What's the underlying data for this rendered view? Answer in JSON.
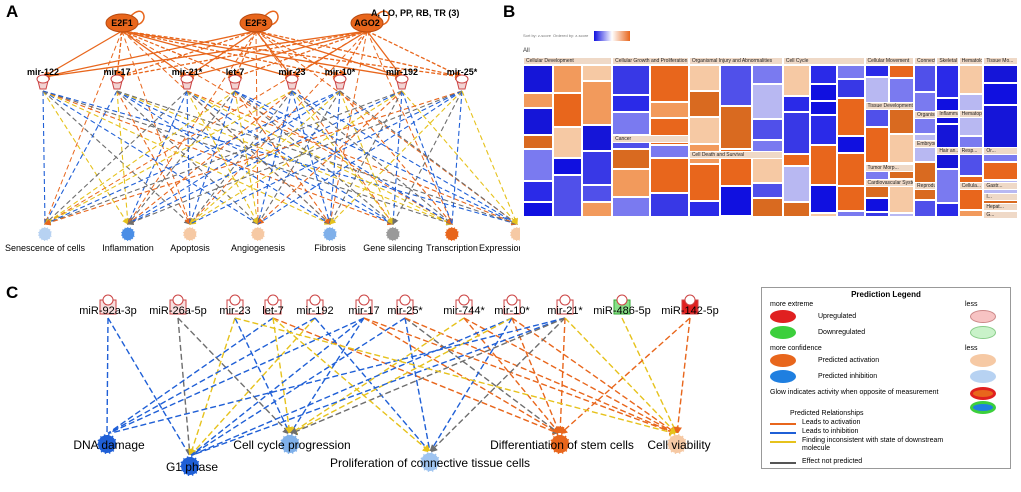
{
  "panels": {
    "a": "A",
    "b": "B",
    "c": "C"
  },
  "panel_a": {
    "top_nodes": [
      "E2F1",
      "E2F3",
      "AGO2"
    ],
    "top_annotation": "A, LO, PP, RB, TR (3)",
    "mirnas": [
      "mir-122",
      "mir-17",
      "mir-21*",
      "let-7",
      "mir-23",
      "mir-10*",
      "mir-192",
      "mir-25*"
    ],
    "functions": [
      "Senescence of cells",
      "Inflammation",
      "Apoptosis",
      "Angiogenesis",
      "Fibrosis",
      "Gene silencing",
      "Transcription",
      "Expression of RNA"
    ]
  },
  "panel_b": {
    "toolbar_left": "Sort by: z-score",
    "toolbar_mid": "Ordered by: z-score",
    "all_label": "All",
    "categories": [
      "Cellular Development",
      "Cellular Growth and Proliferation",
      "Organismal Injury and Abnormalities",
      "Cell Cycle",
      "Cellular Movement",
      "Connective ...",
      "Skeletal a...",
      "Hematolog...",
      "Tissue Mo..."
    ],
    "sub_categories": [
      "Cancer",
      "Cell Death and Survival",
      "Tissue Development",
      "Cardiovascular Syste...",
      "Tumor Morp...",
      "Organismal...",
      "DNA Replica...",
      "Embryonic ...",
      "Reproductiv...",
      "Inflamma...",
      "Hematop...",
      "Hair an...",
      "Resp...",
      "Or...",
      "Cellula...",
      "Gastr...",
      "I...",
      "Hepat...",
      "G..."
    ]
  },
  "panel_c": {
    "mirnas": [
      "miR-92a-3p",
      "miR-26a-5p",
      "mir-23",
      "let-7",
      "mir-192",
      "mir-17",
      "mir-25*",
      "mir-744*",
      "mir-10*",
      "mir-21*",
      "miR-486-5p",
      "miR-142-5p"
    ],
    "functions": [
      "DNA damage",
      "G1 phase",
      "Cell cycle progression",
      "Proliferation of connective tissue cells",
      "Differentiation of stem cells",
      "Cell viability"
    ]
  },
  "legend": {
    "title": "Prediction Legend",
    "more_extreme": "more extreme",
    "less": "less",
    "upregulated": "Upregulated",
    "downregulated": "Downregulated",
    "more_confidence": "more confidence",
    "predicted_activation": "Predicted activation",
    "predicted_inhibition": "Predicted inhibition",
    "glow": "Glow indicates activity when opposite of measurement",
    "relationships_title": "Predicted Relationships",
    "leads_activation": "Leads to activation",
    "leads_inhibition": "Leads to inhibition",
    "inconsistent": "Finding inconsistent with state of downstream molecule",
    "not_predicted": "Effect not predicted"
  },
  "colors": {
    "activation": "#e8661c",
    "inhibition": "#1f5fd6",
    "inconsistent": "#e6c21c",
    "not_predicted": "#6e6e6e",
    "upregulated": "#e02020",
    "downregulated": "#3ccf3c"
  }
}
